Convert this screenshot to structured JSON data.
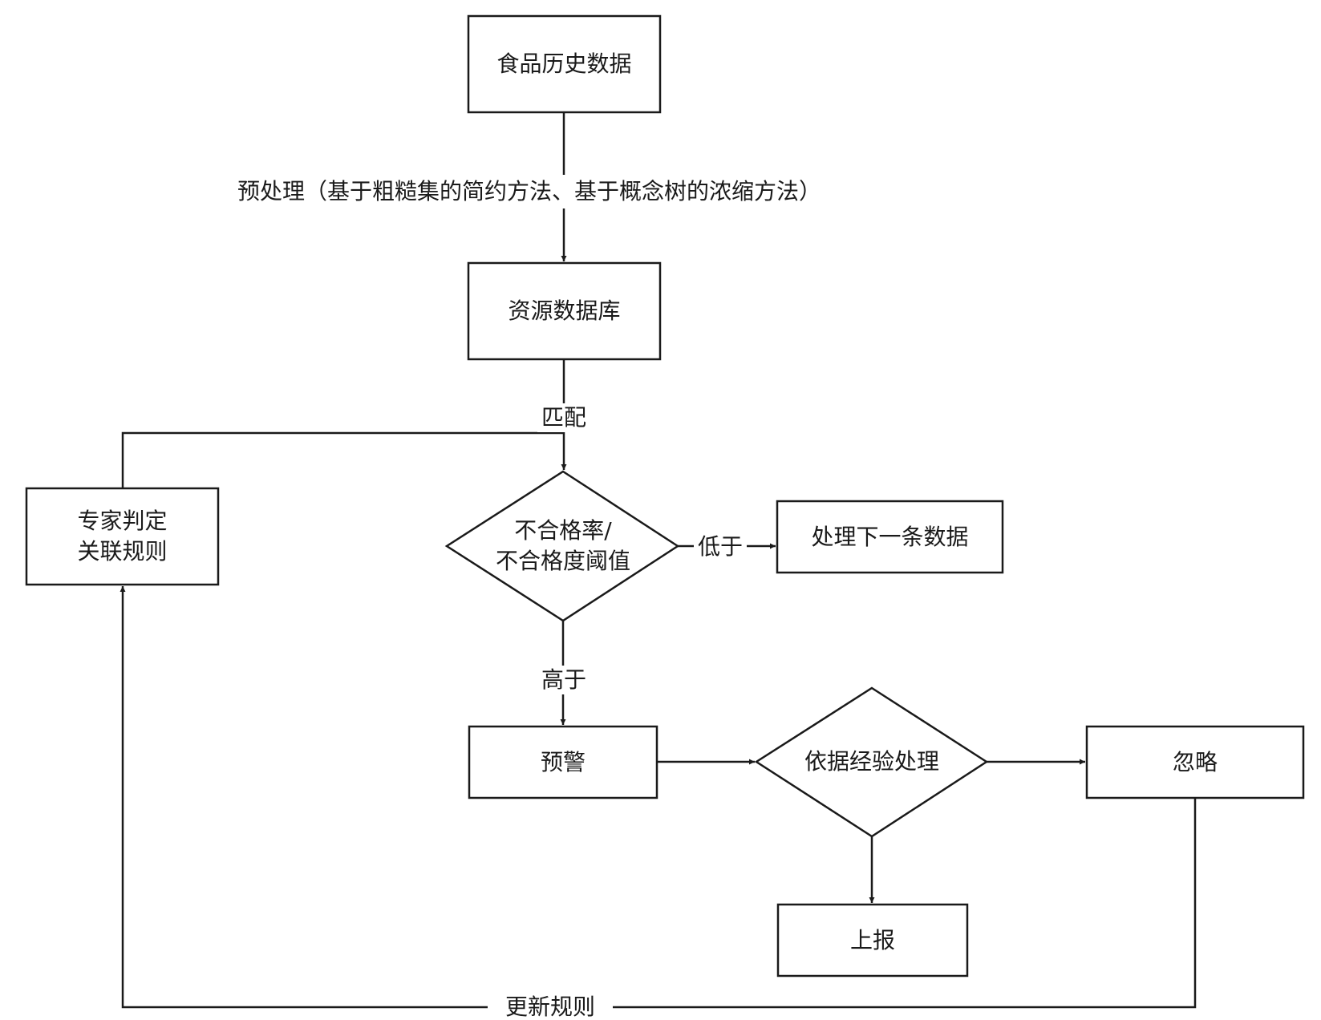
{
  "nodes": {
    "history_data": "食品历史数据",
    "resource_db": "资源数据库",
    "threshold_line1": "不合格率/",
    "threshold_line2": "不合格度阈值",
    "next_data": "处理下一条数据",
    "warning": "预警",
    "experience": "依据经验处理",
    "ignore": "忽略",
    "report": "上报",
    "expert_line1": "专家判定",
    "expert_line2": "关联规则"
  },
  "edges": {
    "preprocess": "预处理（基于粗糙集的简约方法、基于概念树的浓缩方法）",
    "match": "匹配",
    "below": "低于",
    "above": "高于",
    "update_rules": "更新规则"
  }
}
